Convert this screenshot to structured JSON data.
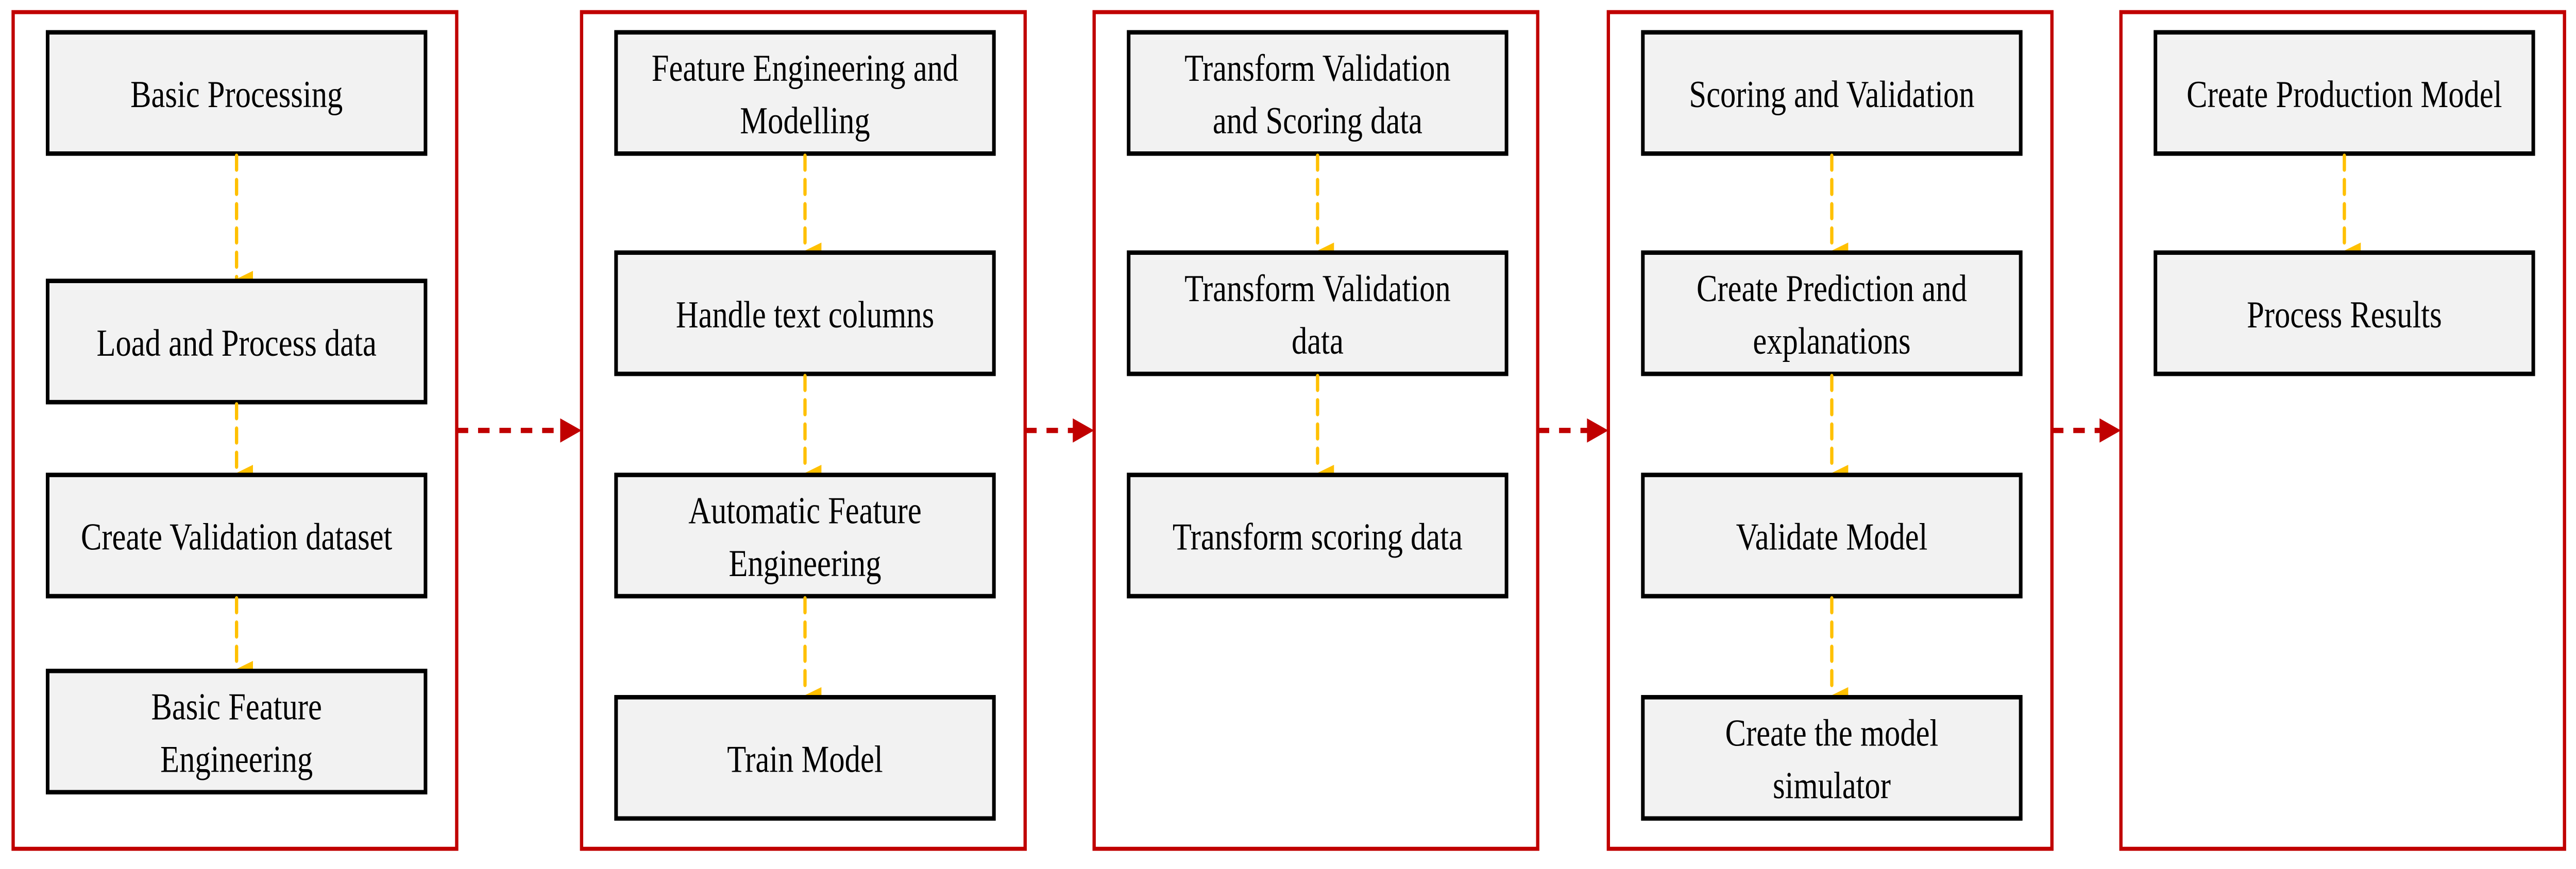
{
  "colors": {
    "panel_border": "#C00000",
    "box_fill": "#F2F2F2",
    "box_border": "#000000",
    "inner_arrow": "#FFC000",
    "stage_arrow": "#C00000"
  },
  "panels": [
    {
      "boxes": [
        {
          "lines": [
            "Basic Processing"
          ]
        },
        {
          "lines": [
            "Load and Process data"
          ]
        },
        {
          "lines": [
            "Create Validation dataset"
          ]
        },
        {
          "lines": [
            "Basic Feature",
            "Engineering"
          ]
        }
      ]
    },
    {
      "boxes": [
        {
          "lines": [
            "Feature Engineering and",
            "Modelling"
          ]
        },
        {
          "lines": [
            "Handle text columns"
          ]
        },
        {
          "lines": [
            "Automatic Feature",
            "Engineering"
          ]
        },
        {
          "lines": [
            "Train Model"
          ]
        }
      ]
    },
    {
      "boxes": [
        {
          "lines": [
            "Transform Validation",
            "and Scoring data"
          ]
        },
        {
          "lines": [
            "Transform Validation",
            "data"
          ]
        },
        {
          "lines": [
            "Transform scoring data"
          ]
        }
      ]
    },
    {
      "boxes": [
        {
          "lines": [
            "Scoring and Validation"
          ]
        },
        {
          "lines": [
            "Create Prediction and",
            "explanations"
          ]
        },
        {
          "lines": [
            "Validate Model"
          ]
        },
        {
          "lines": [
            "Create the model",
            "simulator"
          ]
        }
      ]
    },
    {
      "boxes": [
        {
          "lines": [
            "Create Production Model"
          ]
        },
        {
          "lines": [
            "Process Results"
          ]
        }
      ]
    }
  ]
}
